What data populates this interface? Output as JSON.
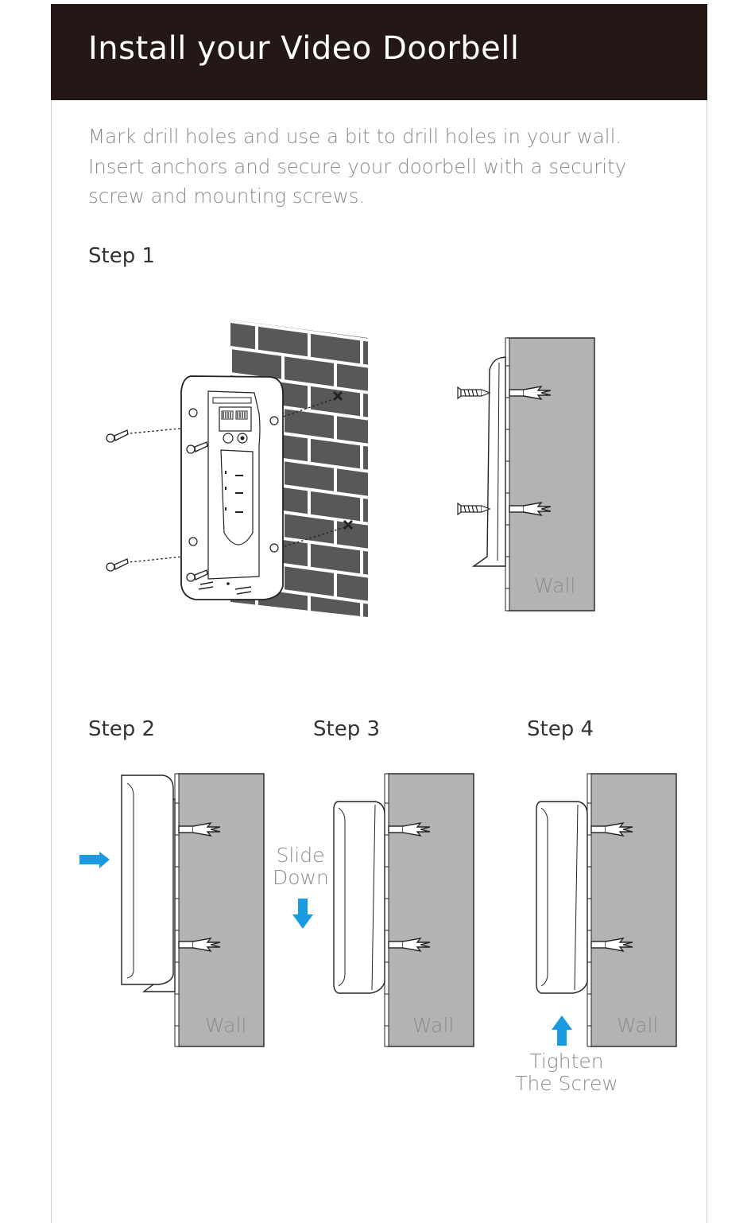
{
  "header": {
    "title": "Install your Video Doorbell"
  },
  "intro": "Mark drill holes and use a bit to drill holes in your wall. Insert anchors and secure your doorbell with a security screw and mounting screws.",
  "steps": {
    "step1": "Step 1",
    "step2": "Step 2",
    "step3": "Step 3",
    "step4": "Step 4"
  },
  "labels": {
    "wall": "Wall",
    "slide_1": "Slide",
    "slide_2": "Down",
    "tighten_1": "Tighten",
    "tighten_2": "The Screw"
  },
  "colors": {
    "banner": "#231815",
    "brick": "#595757",
    "wall": "#b3b3b3",
    "arrow": "#1a9be0"
  }
}
